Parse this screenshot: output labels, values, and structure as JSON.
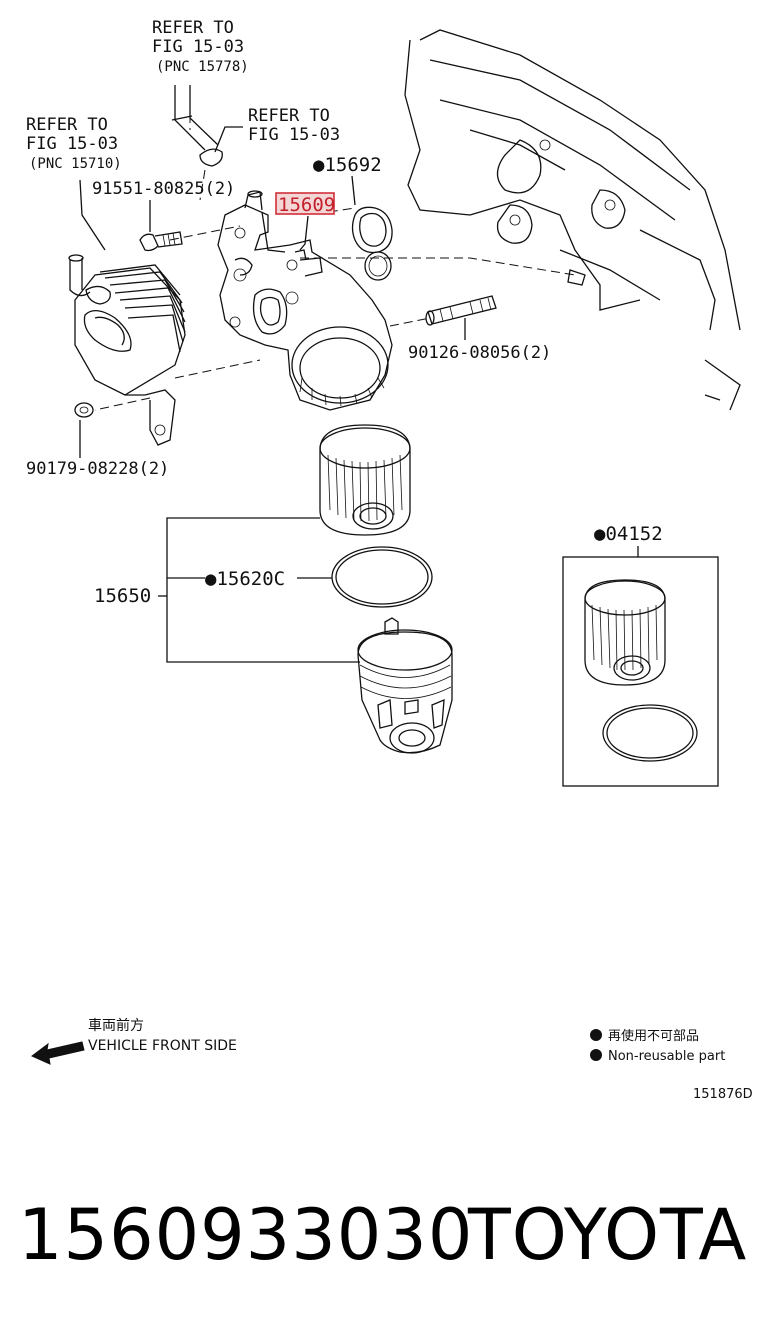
{
  "labels": {
    "refer_top": [
      "REFER TO",
      "FIG 15-03",
      "(PNC 15778)"
    ],
    "refer_left": [
      "REFER TO",
      "FIG 15-03",
      "(PNC 15710)"
    ],
    "refer_mid": [
      "REFER TO",
      "FIG 15-03"
    ],
    "bolt": "91551-80825(2)",
    "gasket_15692": "●15692",
    "highlight_15609": "15609",
    "stud": "90126-08056(2)",
    "washer": "90179-08228(2)",
    "filter_kit_04152": "●04152",
    "oring_15620c": "●15620C",
    "assembly_15650": "15650"
  },
  "legend": {
    "front_jp": "車両前方",
    "front_en": "VEHICLE FRONT SIDE",
    "nonreuse_jp": "再使用不可部品",
    "nonreuse_en": "Non-reusable part",
    "figure_code": "151876D"
  },
  "footer": {
    "part_number": "1560933030",
    "brand": "TOYOTA"
  },
  "colors": {
    "highlight": "#d0303a",
    "highlight_fill": "#f4d6d6",
    "ink": "#111111"
  }
}
